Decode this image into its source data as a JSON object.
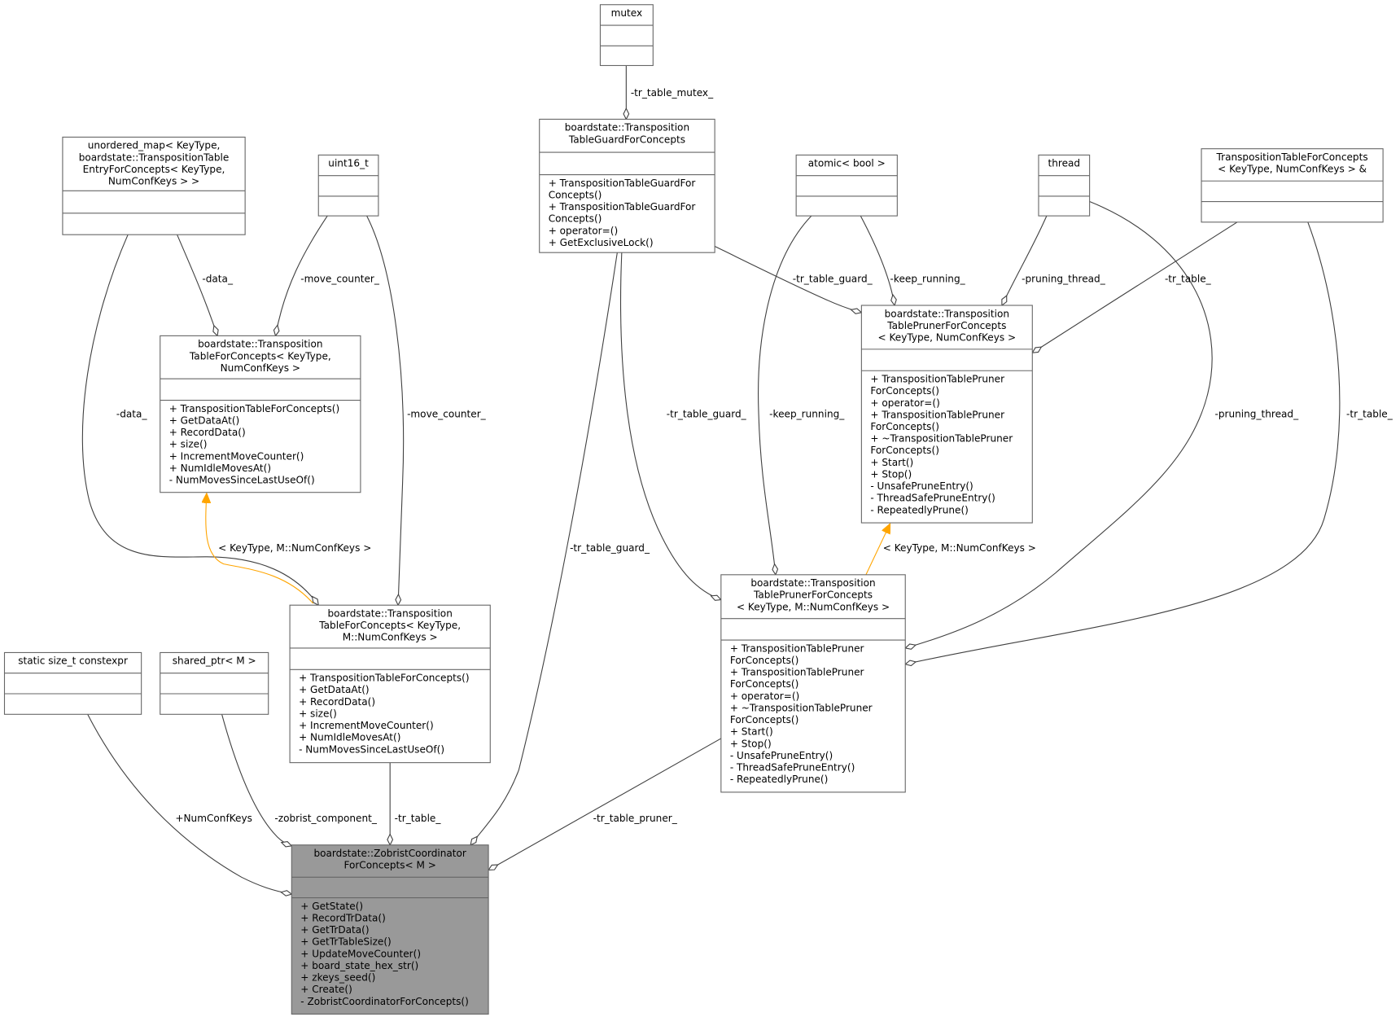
{
  "classes": {
    "mutex": {
      "title": [
        "mutex"
      ],
      "methods": []
    },
    "guard": {
      "title": [
        "boardstate::Transposition",
        "TableGuardForConcepts"
      ],
      "methods": [
        "+ TranspositionTableGuardFor",
        "Concepts()",
        "+ TranspositionTableGuardFor",
        "Concepts()",
        "+ operator=()",
        "+ GetExclusiveLock()"
      ]
    },
    "unordered_map": {
      "title": [
        "unordered_map< KeyType,",
        " boardstate::TranspositionTable",
        "EntryForConcepts< KeyType,",
        " NumConfKeys > >"
      ],
      "methods": []
    },
    "uint16": {
      "title": [
        "uint16_t"
      ],
      "methods": []
    },
    "atomic": {
      "title": [
        "atomic< bool >"
      ],
      "methods": []
    },
    "thread": {
      "title": [
        "thread"
      ],
      "methods": []
    },
    "ttfc_ref": {
      "title": [
        "TranspositionTableForConcepts",
        "< KeyType, NumConfKeys > &"
      ],
      "methods": []
    },
    "ttfc": {
      "title": [
        "boardstate::Transposition",
        "TableForConcepts< KeyType,",
        " NumConfKeys >"
      ],
      "methods": [
        "+ TranspositionTableForConcepts()",
        "+ GetDataAt()",
        "+ RecordData()",
        "+ size()",
        "+ IncrementMoveCounter()",
        "+ NumIdleMovesAt()",
        "- NumMovesSinceLastUseOf()"
      ]
    },
    "pruner": {
      "title": [
        "boardstate::Transposition",
        "TablePrunerForConcepts",
        "< KeyType, NumConfKeys >"
      ],
      "methods": [
        "+ TranspositionTablePruner",
        "ForConcepts()",
        "+ operator=()",
        "+ TranspositionTablePruner",
        "ForConcepts()",
        "+ ~TranspositionTablePruner",
        "ForConcepts()",
        "+ Start()",
        "+ Stop()",
        "- UnsafePruneEntry()",
        "- ThreadSafePruneEntry()",
        "- RepeatedlyPrune()"
      ]
    },
    "static_size": {
      "title": [
        "static size_t constexpr"
      ],
      "methods": []
    },
    "shared_ptr": {
      "title": [
        "shared_ptr< M >"
      ],
      "methods": []
    },
    "ttfc_m": {
      "title": [
        "boardstate::Transposition",
        "TableForConcepts< KeyType,",
        " M::NumConfKeys >"
      ],
      "methods": [
        "+ TranspositionTableForConcepts()",
        "+ GetDataAt()",
        "+ RecordData()",
        "+ size()",
        "+ IncrementMoveCounter()",
        "+ NumIdleMovesAt()",
        "- NumMovesSinceLastUseOf()"
      ]
    },
    "pruner_m": {
      "title": [
        "boardstate::Transposition",
        "TablePrunerForConcepts",
        "< KeyType, M::NumConfKeys >"
      ],
      "methods": [
        "+ TranspositionTablePruner",
        "ForConcepts()",
        "+ TranspositionTablePruner",
        "ForConcepts()",
        "+ operator=()",
        "+ ~TranspositionTablePruner",
        "ForConcepts()",
        "+ Start()",
        "+ Stop()",
        "- UnsafePruneEntry()",
        "- ThreadSafePruneEntry()",
        "- RepeatedlyPrune()"
      ]
    },
    "zobrist": {
      "title": [
        "boardstate::ZobristCoordinator",
        "ForConcepts< M >"
      ],
      "methods": [
        "+ GetState()",
        "+ RecordTrData()",
        "+ GetTrData()",
        "+ GetTrTableSize()",
        "+ UpdateMoveCounter()",
        "+ board_state_hex_str()",
        "+ zkeys_seed()",
        "+ Create()",
        "- ZobristCoordinatorForConcepts()"
      ]
    }
  },
  "edges": {
    "mutex_guard": "-tr_table_mutex_",
    "map_ttfc": "-data_",
    "uint_ttfc": "-move_counter_",
    "map_ttfcm": "-data_",
    "uint_ttfcm": "-move_counter_",
    "ttfcm_inherit": "< KeyType, M::NumConfKeys >",
    "guard_zob": "-tr_table_guard_",
    "guard_pruner": "-tr_table_guard_",
    "atomic_pruner": "-keep_running_",
    "thread_pruner": "-pruning_thread_",
    "ref_pruner": "-tr_table_",
    "guard_prunerm": "-tr_table_guard_",
    "atomic_prunerm": "-keep_running_",
    "thread_prunerm": "-pruning_thread_",
    "ref_prunerm": "-tr_table_",
    "prunerm_inherit": "< KeyType, M::NumConfKeys >",
    "static_zob": "+NumConfKeys",
    "shared_zob": "-zobrist_component_",
    "ttfcm_zob": "-tr_table_",
    "prunerm_zob": "-tr_table_pruner_"
  },
  "colors": {
    "highlight": "#999999",
    "inheritance": "#ffa500",
    "edge": "#404040"
  }
}
